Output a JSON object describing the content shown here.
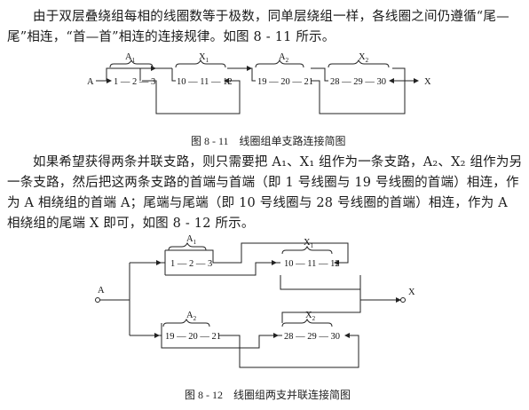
{
  "paragraph1": "由于双层叠绕组每相的线圈数等于极数，同单层绕组一样，各线圈之间仍遵循“尾—尾”相连，“首—首”相连的连接规律。如图 8 - 11 所示。",
  "figure1": {
    "caption": "图 8 - 11　线圈组单支路连接简图",
    "start_label": "A",
    "end_label": "X",
    "groups": [
      {
        "label": "A",
        "sub": "1",
        "coils": "1 — 2 — 3"
      },
      {
        "label": "X",
        "sub": "1",
        "coils": "10 — 11 — 12"
      },
      {
        "label": "A",
        "sub": "2",
        "coils": "19 — 20 — 21"
      },
      {
        "label": "X",
        "sub": "2",
        "coils": "28 — 29 — 30"
      }
    ]
  },
  "paragraph2": "如果希望获得两条并联支路，则只需要把 A₁、X₁ 组作为一条支路，A₂、X₂ 组作为另一条支路，然后把这两条支路的首端与首端（即 1 号线圈与 19 号线圈的首端）相连，作为 A 相绕组的首端 A；尾端与尾端（即 10 号线圈与 28 号线圈的首端）相连，作为 A 相绕组的尾端 X 即可，如图 8 - 12 所示。",
  "figure2": {
    "caption": "图 8 - 12　线圈组两支并联连接简图",
    "start_label": "A",
    "end_label": "X",
    "groups": [
      {
        "label": "A",
        "sub": "1",
        "coils": "1 — 2 — 3"
      },
      {
        "label": "X",
        "sub": "1",
        "coils": "10 — 11 — 12"
      },
      {
        "label": "A",
        "sub": "2",
        "coils": "19 — 20 — 21"
      },
      {
        "label": "X",
        "sub": "2",
        "coils": "28 — 29 — 30"
      }
    ]
  }
}
